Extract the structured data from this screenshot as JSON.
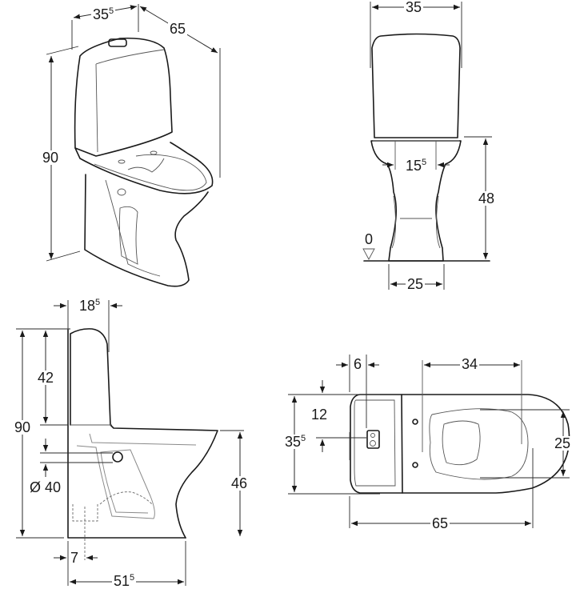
{
  "drawing": {
    "title": "Floor-standing WC dimension drawing",
    "line_color": "#1a1a1a",
    "background": "#ffffff",
    "views": {
      "isometric": {
        "width": {
          "main": "35",
          "sup": "5"
        },
        "depth": "65",
        "height": "90"
      },
      "front": {
        "tank_width": "35",
        "fixing_spacing": {
          "main": "15",
          "sup": "5"
        },
        "seat_height": "48",
        "floor_level": "0",
        "foot_width": "25"
      },
      "side": {
        "tank_depth": {
          "main": "18",
          "sup": "5"
        },
        "tank_height": "42",
        "total_height": "90",
        "inlet_diameter": "Ø 40",
        "rim_height": "46",
        "outlet_offset": "7",
        "base_length": {
          "main": "51",
          "sup": "5"
        }
      },
      "top": {
        "button_offset": "6",
        "bowl_length": "34",
        "button_depth": "12",
        "total_width": {
          "main": "35",
          "sup": "5"
        },
        "seat_width": "25",
        "total_length": "65"
      }
    }
  }
}
